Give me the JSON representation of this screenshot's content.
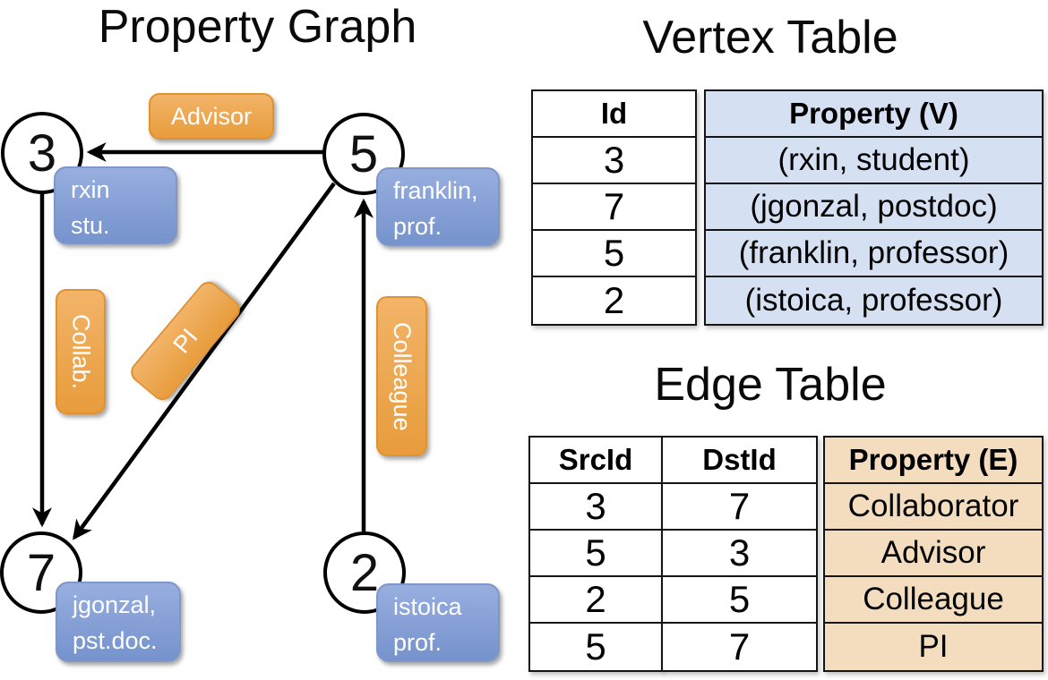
{
  "colors": {
    "edge_label_fill_top": "#F2B468",
    "edge_label_fill_bottom": "#E89C3C",
    "edge_label_border": "#DE9234",
    "vertex_box_fill_top": "#97AEDF",
    "vertex_box_fill_bottom": "#7693CD",
    "vertex_box_border": "#7E96C8",
    "vertex_property_cell_bg": "#D5E0F2",
    "edge_property_cell_bg": "#F4DDBF",
    "line_color": "#000000"
  },
  "graph": {
    "title": "Property Graph",
    "nodes": [
      {
        "id": "3",
        "property_line1": "rxin",
        "property_line2": "stu."
      },
      {
        "id": "5",
        "property_line1": "franklin,",
        "property_line2": "prof."
      },
      {
        "id": "7",
        "property_line1": "jgonzal,",
        "property_line2": "pst.doc."
      },
      {
        "id": "2",
        "property_line1": "istoica",
        "property_line2": "prof."
      }
    ],
    "edge_labels": [
      {
        "label": "Advisor"
      },
      {
        "label": "Collab."
      },
      {
        "label": "PI"
      },
      {
        "label": "Colleague"
      }
    ]
  },
  "vertex_table": {
    "title": "Vertex Table",
    "columns": [
      "Id",
      "Property (V)"
    ],
    "rows": [
      [
        "3",
        "(rxin, student)"
      ],
      [
        "7",
        "(jgonzal, postdoc)"
      ],
      [
        "5",
        "(franklin, professor)"
      ],
      [
        "2",
        "(istoica, professor)"
      ]
    ]
  },
  "edge_table": {
    "title": "Edge Table",
    "columns": [
      "SrcId",
      "DstId",
      "Property (E)"
    ],
    "rows": [
      [
        "3",
        "7",
        "Collaborator"
      ],
      [
        "5",
        "3",
        "Advisor"
      ],
      [
        "2",
        "5",
        "Colleague"
      ],
      [
        "5",
        "7",
        "PI"
      ]
    ]
  }
}
